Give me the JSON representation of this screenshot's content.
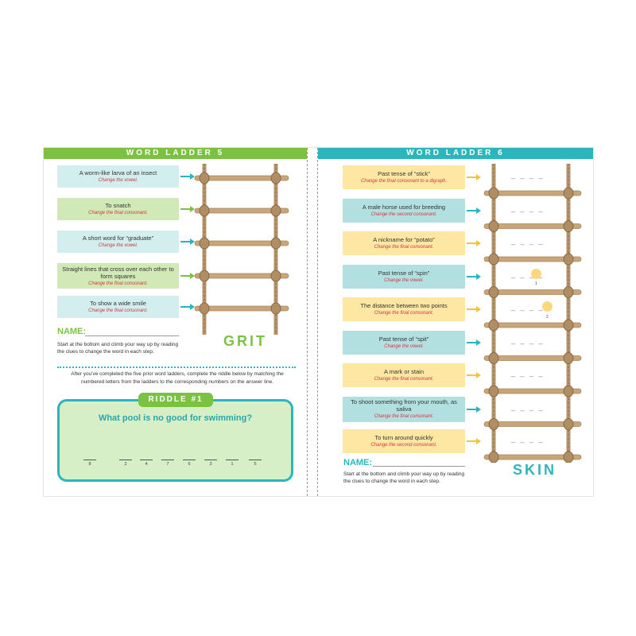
{
  "colors": {
    "green": "#7cc242",
    "teal": "#2bb6bd",
    "clue_hint": "#d1373d",
    "rope": "#b5936a",
    "dot": "#fdd77c"
  },
  "left": {
    "banner": "WORD LADDER 5",
    "clues": [
      {
        "text": "A worm-like larva of an insect",
        "hint": "Change the vowel."
      },
      {
        "text": "To snatch",
        "hint": "Change the final consonant."
      },
      {
        "text": "A short word for “graduate”",
        "hint": "Change the vowel."
      },
      {
        "text": "Straight lines that cross over each other to form squares",
        "hint": "Change the final consonant."
      },
      {
        "text": "To show a wide smile",
        "hint": "Change the final consonant."
      }
    ],
    "blank": "_ _ _ _",
    "name_label": "NAME:",
    "instructions": "Start at the bottom and climb your way up by reading the clues to change the word in each step.",
    "start_word": "GRIT"
  },
  "riddle": {
    "intro": "After you've completed the five prior word ladders, complete the riddle below by matching the numbered letters from the ladders to the corresponding numbers on the answer line.",
    "tab": "RIDDLE #1",
    "question": "What pool is no good for swimming?",
    "answer_numbers": [
      "8",
      "2",
      "4",
      "7",
      "6",
      "3",
      "1",
      "5"
    ]
  },
  "right": {
    "banner": "WORD LADDER 6",
    "clues": [
      {
        "text": "Past tense of “stick”",
        "hint": "Change the final consonant to a digraph."
      },
      {
        "text": "A male horse used for breeding",
        "hint": "Change the second consonant."
      },
      {
        "text": "A nickname for “potato”",
        "hint": "Change the final consonant."
      },
      {
        "text": "Past tense of “spin”",
        "hint": "Change the vowel."
      },
      {
        "text": "The distance between two points",
        "hint": "Change the final consonant."
      },
      {
        "text": "Past tense of “spit”",
        "hint": "Change the vowel."
      },
      {
        "text": "A mark or stain",
        "hint": "Change the final consonant."
      },
      {
        "text": "To shoot something from your mouth, as saliva",
        "hint": "Change the final consonant."
      },
      {
        "text": "To turn around quickly",
        "hint": "Change the second consonant."
      }
    ],
    "blank": "_ _ _ _",
    "marked_numbers": [
      "1",
      "2"
    ],
    "name_label": "NAME:",
    "instructions": "Start at the bottom and climb your way up by reading the clues to change the word in each step.",
    "start_word": "SKIN"
  }
}
